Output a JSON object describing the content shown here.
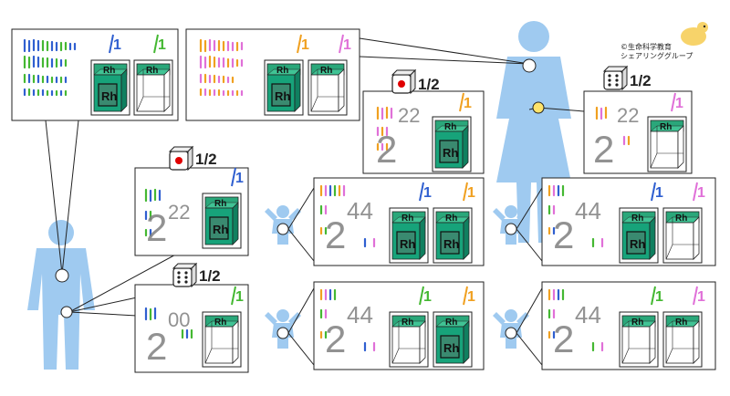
{
  "credit": {
    "line1": "©生命科学教育",
    "line2": "シェアリンググループ"
  },
  "labels": {
    "rh": "Rh",
    "one": "1",
    "half": "1/2",
    "two": "2",
    "two_two": "22",
    "two_four": "44",
    "two_zero": "00"
  },
  "colors": {
    "person": "#9fcaf0",
    "box_outer": "#2aa77a",
    "box_front": "#17a37a",
    "box_top": "#40c394",
    "box_side": "#108060",
    "rh_inner": "#3a8a70",
    "blue": "#2f5fd0",
    "green": "#44b832",
    "orange": "#f0a020",
    "pink": "#e070d8",
    "gray_num": "#808080",
    "egg": "#ffe36a",
    "die_dot": "#e00000"
  }
}
